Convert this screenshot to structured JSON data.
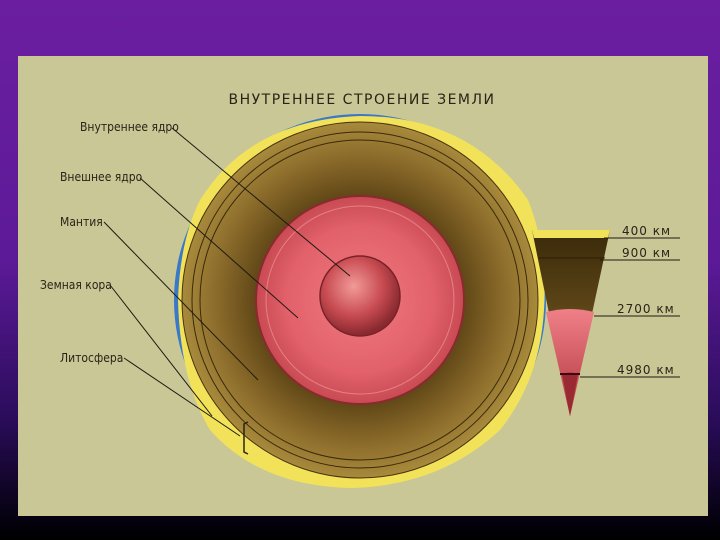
{
  "title": "ВНУТРЕННЕЕ СТРОЕНИЕ ЗЕМЛИ",
  "layers": {
    "inner_core": "Внутреннее ядро",
    "outer_core": "Внешнее ядро",
    "mantle": "Мантия",
    "crust": "Земная кора",
    "lithosphere": "Литосфера"
  },
  "depths": [
    "400 км",
    "900 км",
    "2700 км",
    "4980 км"
  ],
  "colors": {
    "background_top": "#6b1fa0",
    "panel": "#c9c796",
    "mantle": "#8a6a28",
    "outer_core": "#e0606a",
    "inner_core": "#c8484f",
    "crust": "#f2e25a",
    "ocean": "#3a78c8"
  }
}
